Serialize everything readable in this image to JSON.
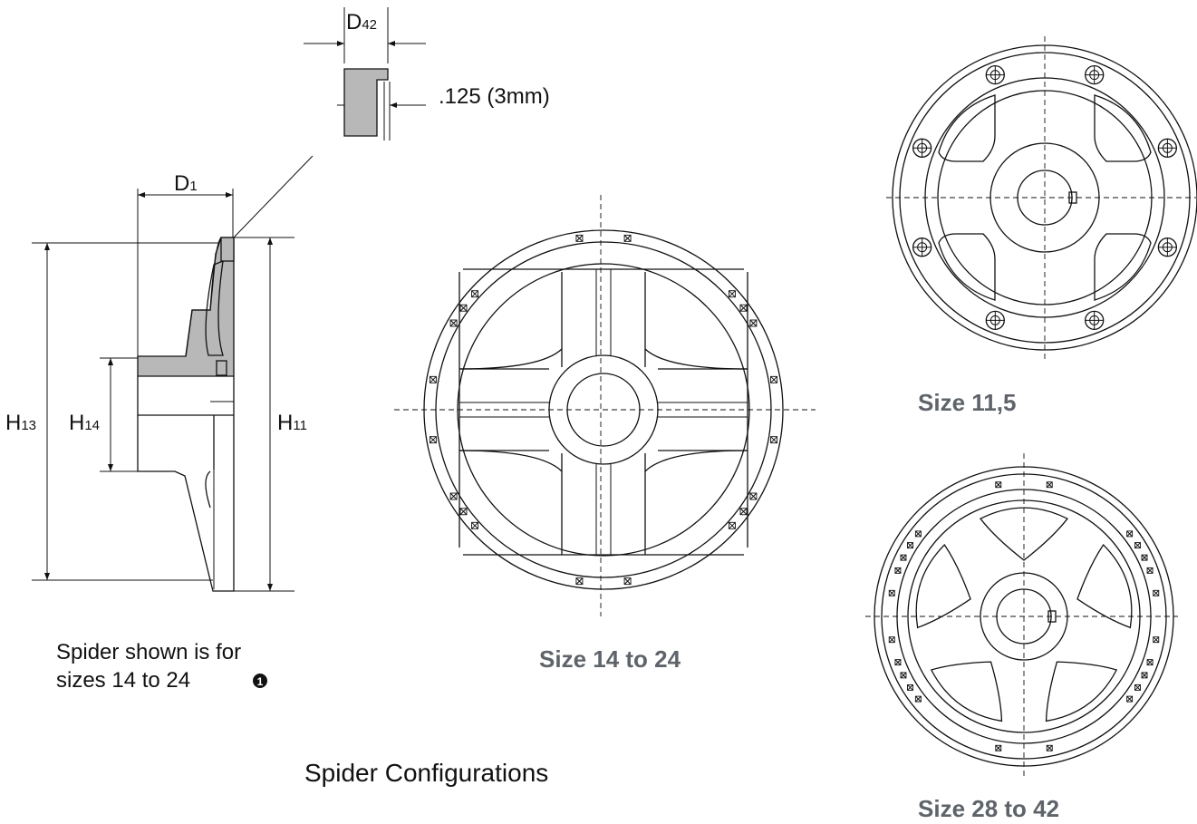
{
  "labels": {
    "d42": "D",
    "d42_sub": "42",
    "gap": ".125 (3mm)",
    "d1": "D",
    "d1_sub": "1",
    "h13": "H",
    "h13_sub": "13",
    "h14": "H",
    "h14_sub": "14",
    "h11": "H",
    "h11_sub": "11"
  },
  "note": {
    "line1": "Spider shown is for",
    "line2": "sizes 14 to 24",
    "marker": "1"
  },
  "captions": {
    "mid": "Size 14 to 24",
    "top_right": "Size 11,5",
    "bottom_right": "Size 28 to 42",
    "title": "Spider Configurations"
  },
  "colors": {
    "section_fill": "#b8b8b8",
    "caption": "#5f646a",
    "line": "#111111"
  }
}
